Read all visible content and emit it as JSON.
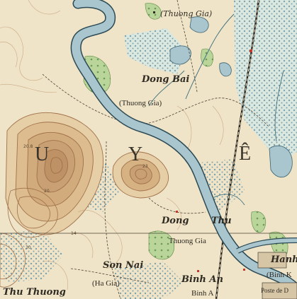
{
  "map": {
    "regional_letters": [
      "U",
      "Y",
      "Ê"
    ],
    "places": [
      {
        "name": "(Thuong Gia)",
        "style": "paren"
      },
      {
        "name": "Dong Bai",
        "style": "village"
      },
      {
        "name": "(Thuong Gia)",
        "style": "paren"
      },
      {
        "name": "Dong",
        "style": "village"
      },
      {
        "name": "Thu",
        "style": "village"
      },
      {
        "name": "Thuong Gia",
        "style": "paren"
      },
      {
        "name": "Son Nai",
        "style": "village"
      },
      {
        "name": "(Ha Gia)",
        "style": "paren"
      },
      {
        "name": "Binh An",
        "style": "village"
      },
      {
        "name": "Binh A",
        "style": "paren"
      },
      {
        "name": "Hanh",
        "style": "village"
      },
      {
        "name": "(Binh K",
        "style": "paren"
      },
      {
        "name": "Poste de D",
        "style": "small"
      },
      {
        "name": "Thu Thuong",
        "style": "village"
      }
    ],
    "spot_heights": [
      "20.8",
      "20",
      "23",
      "30",
      "14"
    ]
  },
  "colors": {
    "paper": "#efe4c8",
    "river": "#a9c6cf",
    "river_edge": "#2c4a55",
    "hill_contour": "#a0714a",
    "hill_fill": "#c9a074",
    "marsh": "#cfe0d9",
    "vegetation": "#9ec07a"
  }
}
